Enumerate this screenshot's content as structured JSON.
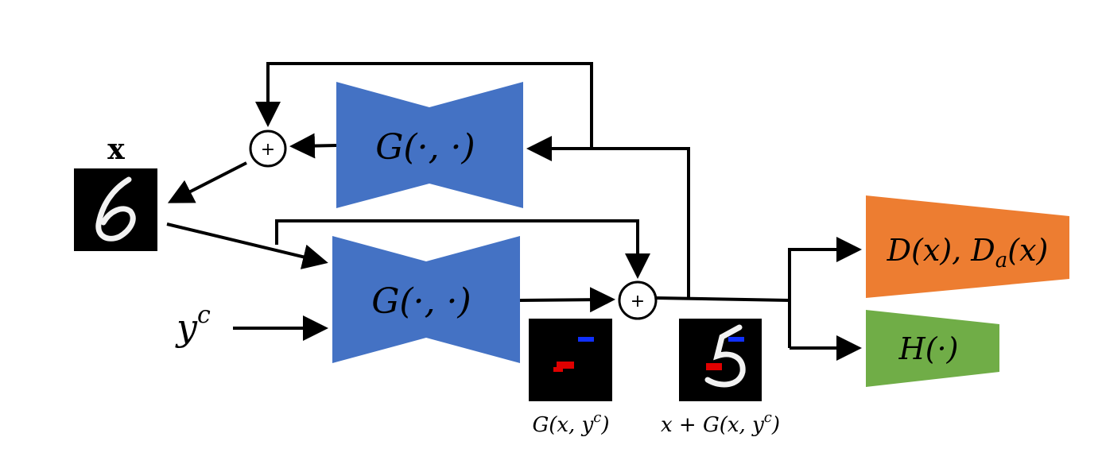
{
  "labels": {
    "x_input": "x",
    "y_condition": "y",
    "y_condition_sup": "c",
    "generator_top": "G(·, ·)",
    "generator_bottom": "G(·, ·)",
    "discriminator": "D(x), D",
    "discriminator_sub": "a",
    "discriminator_tail": "(x)",
    "classifier": "H(·)",
    "perturbation_caption": "G(x, y",
    "perturbation_caption_sup": "c",
    "perturbation_caption_tail": ")",
    "adversarial_caption": "x + G(x, y",
    "adversarial_caption_sup": "c",
    "adversarial_caption_tail": ")",
    "sum_symbol_top": "+",
    "sum_symbol_bottom": "+"
  },
  "colors": {
    "generator": "#4472C4",
    "discriminator": "#ED7D31",
    "classifier": "#70AD47",
    "arrow": "#000000",
    "image_bg": "#000000",
    "digit": "#f2f2f2",
    "perturb_red": "#e00000",
    "perturb_blue": "#1030ff"
  },
  "icons": {
    "digit_six": "mnist-digit-6",
    "perturbation": "perturbation-map",
    "adversarial": "mnist-digit-adversarial"
  }
}
